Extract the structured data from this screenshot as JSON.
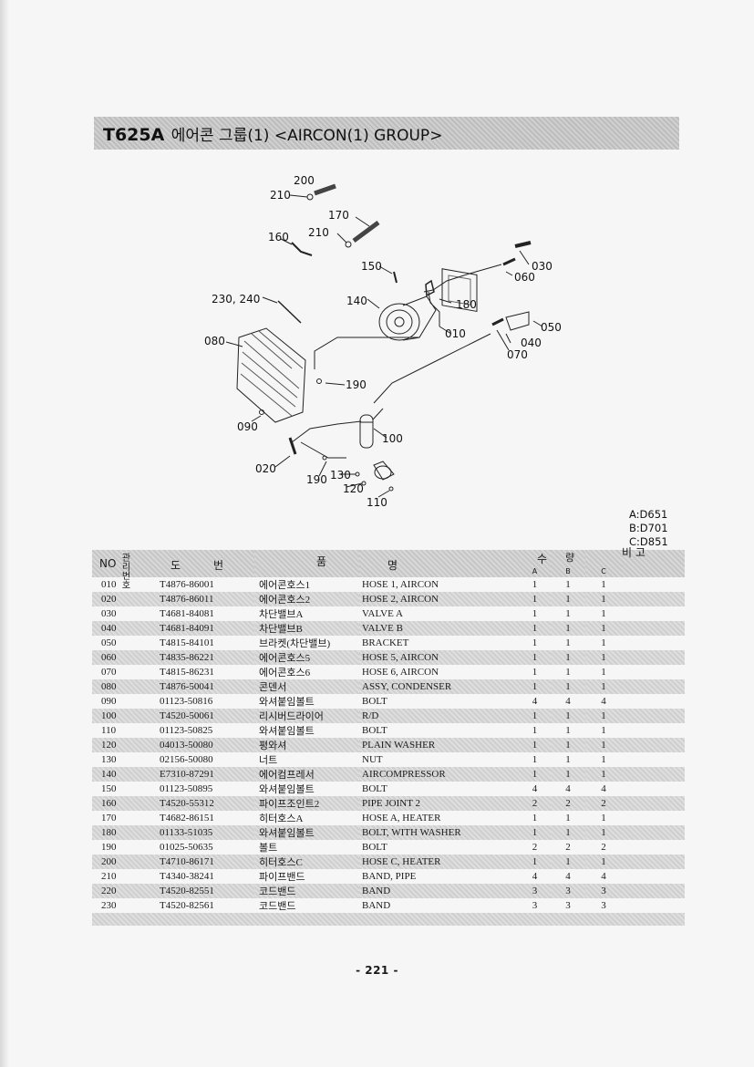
{
  "header": {
    "code": "T625A",
    "title": "에어콘 그룹(1) <AIRCON(1) GROUP>"
  },
  "diagram": {
    "callouts": [
      "200",
      "210",
      "170",
      "160",
      "210",
      "030",
      "060",
      "150",
      "230, 240",
      "140",
      "180",
      "050",
      "010",
      "040",
      "070",
      "080",
      "190",
      "090",
      "100",
      "020",
      "190",
      "130",
      "120",
      "110"
    ]
  },
  "variants": [
    "A:D651",
    "B:D701",
    "C:D851"
  ],
  "table": {
    "headers": {
      "no": "NO",
      "mgmt_top": "관리",
      "mgmt_bottom": "번호",
      "part_no_1": "도",
      "part_no_2": "번",
      "name_1": "품",
      "name_2": "명",
      "qty_1": "수",
      "qty_2": "량",
      "qty_a": "A",
      "qty_b": "B",
      "qty_c": "C",
      "remarks": "비 고"
    },
    "rows": [
      {
        "no": "010",
        "part": "T4876-86001",
        "kr": "에어콘호스1",
        "en": "HOSE 1, AIRCON",
        "a": "1",
        "b": "1",
        "c": "1"
      },
      {
        "no": "020",
        "part": "T4876-86011",
        "kr": "에어콘호스2",
        "en": "HOSE 2, AIRCON",
        "a": "1",
        "b": "1",
        "c": "1"
      },
      {
        "no": "030",
        "part": "T4681-84081",
        "kr": "차단밸브A",
        "en": "VALVE A",
        "a": "1",
        "b": "1",
        "c": "1"
      },
      {
        "no": "040",
        "part": "T4681-84091",
        "kr": "차단밸브B",
        "en": "VALVE B",
        "a": "1",
        "b": "1",
        "c": "1"
      },
      {
        "no": "050",
        "part": "T4815-84101",
        "kr": "브라켓(차단밸브)",
        "en": "BRACKET",
        "a": "1",
        "b": "1",
        "c": "1"
      },
      {
        "no": "060",
        "part": "T4835-86221",
        "kr": "에어콘호스5",
        "en": "HOSE 5, AIRCON",
        "a": "1",
        "b": "1",
        "c": "1"
      },
      {
        "no": "070",
        "part": "T4815-86231",
        "kr": "에어콘호스6",
        "en": "HOSE 6, AIRCON",
        "a": "1",
        "b": "1",
        "c": "1"
      },
      {
        "no": "080",
        "part": "T4876-50041",
        "kr": "콘덴서",
        "en": "ASSY, CONDENSER",
        "a": "1",
        "b": "1",
        "c": "1"
      },
      {
        "no": "090",
        "part": "01123-50816",
        "kr": "와셔붙임볼트",
        "en": "BOLT",
        "a": "4",
        "b": "4",
        "c": "4"
      },
      {
        "no": "100",
        "part": "T4520-50061",
        "kr": "리시버드라이어",
        "en": "R/D",
        "a": "1",
        "b": "1",
        "c": "1"
      },
      {
        "no": "110",
        "part": "01123-50825",
        "kr": "와셔붙임볼트",
        "en": "BOLT",
        "a": "1",
        "b": "1",
        "c": "1"
      },
      {
        "no": "120",
        "part": "04013-50080",
        "kr": "평와셔",
        "en": "PLAIN WASHER",
        "a": "1",
        "b": "1",
        "c": "1"
      },
      {
        "no": "130",
        "part": "02156-50080",
        "kr": "너트",
        "en": "NUT",
        "a": "1",
        "b": "1",
        "c": "1"
      },
      {
        "no": "140",
        "part": "E7310-87291",
        "kr": "에어컴프레서",
        "en": "AIRCOMPRESSOR",
        "a": "1",
        "b": "1",
        "c": "1"
      },
      {
        "no": "150",
        "part": "01123-50895",
        "kr": "와셔붙임볼트",
        "en": "BOLT",
        "a": "4",
        "b": "4",
        "c": "4"
      },
      {
        "no": "160",
        "part": "T4520-55312",
        "kr": "파이프조인트2",
        "en": "PIPE JOINT 2",
        "a": "2",
        "b": "2",
        "c": "2"
      },
      {
        "no": "170",
        "part": "T4682-86151",
        "kr": "히터호스A",
        "en": "HOSE A, HEATER",
        "a": "1",
        "b": "1",
        "c": "1"
      },
      {
        "no": "180",
        "part": "01133-51035",
        "kr": "와셔붙임볼트",
        "en": "BOLT, WITH WASHER",
        "a": "1",
        "b": "1",
        "c": "1"
      },
      {
        "no": "190",
        "part": "01025-50635",
        "kr": "볼트",
        "en": "BOLT",
        "a": "2",
        "b": "2",
        "c": "2"
      },
      {
        "no": "200",
        "part": "T4710-86171",
        "kr": "히터호스C",
        "en": "HOSE C, HEATER",
        "a": "1",
        "b": "1",
        "c": "1"
      },
      {
        "no": "210",
        "part": "T4340-38241",
        "kr": "파이프밴드",
        "en": "BAND, PIPE",
        "a": "4",
        "b": "4",
        "c": "4"
      },
      {
        "no": "220",
        "part": "T4520-82551",
        "kr": "코드밴드",
        "en": "BAND",
        "a": "3",
        "b": "3",
        "c": "3"
      },
      {
        "no": "230",
        "part": "T4520-82561",
        "kr": "코드밴드",
        "en": "BAND",
        "a": "3",
        "b": "3",
        "c": "3"
      }
    ]
  },
  "page_number": "- 221 -"
}
